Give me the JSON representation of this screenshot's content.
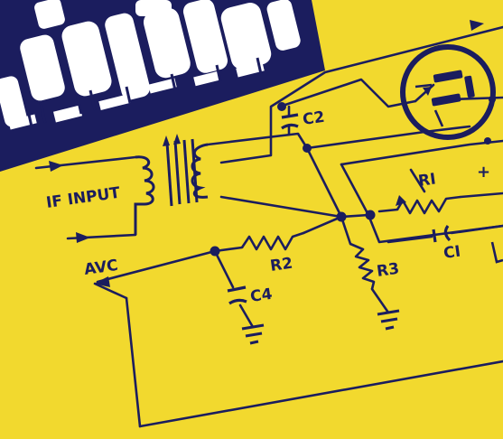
{
  "diagram": {
    "labels": {
      "if_input": "IF INPUT",
      "avc": "AVC",
      "c2": "C2",
      "r1": "RI",
      "c1": "CI",
      "r2": "R2",
      "r3": "R3",
      "c4": "C4",
      "plus": "+"
    }
  },
  "colors": {
    "background": "#f2d92e",
    "ink": "#1b1d5e",
    "tube": "#ffffff"
  }
}
